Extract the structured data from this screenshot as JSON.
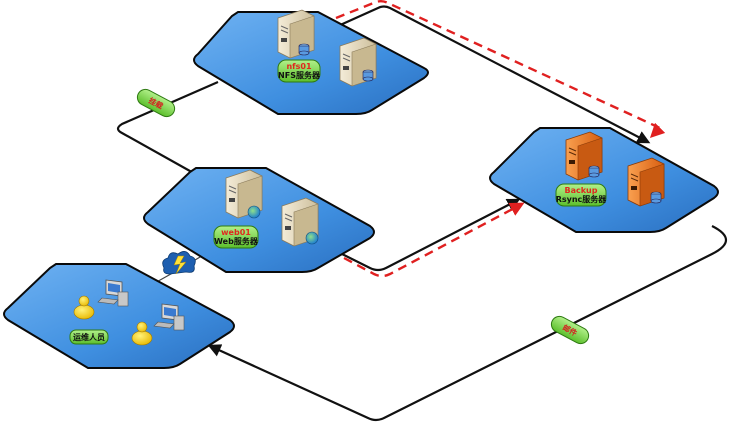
{
  "colors": {
    "platform_fill": "#3f8fe0",
    "platform_stroke": "#0a0a0a",
    "label_pill_fill": "#7ad44a",
    "label_pill_stroke": "#2e7a12",
    "link_line": "#111111",
    "dashed_link": "#e02020",
    "server_tower": "#e8dcc0",
    "backup_tower": "#f07a1a"
  },
  "nodes": {
    "nfs": {
      "name": "nfs01",
      "role": "NFS服务器",
      "icon": "file-server-icon"
    },
    "web": {
      "name": "web01",
      "role": "Web服务器",
      "icon": "web-server-icon"
    },
    "backup": {
      "name": "Backup",
      "role": "Rsync服务器",
      "icon": "backup-server-icon"
    },
    "ops": {
      "name": "运维人员",
      "icon": "user-workstation-icon"
    }
  },
  "edge_labels": {
    "mount": "挂载",
    "mail": "邮件"
  },
  "icons": {
    "internet": "lightning-cloud-icon",
    "database": "database-cylinder-icon"
  }
}
